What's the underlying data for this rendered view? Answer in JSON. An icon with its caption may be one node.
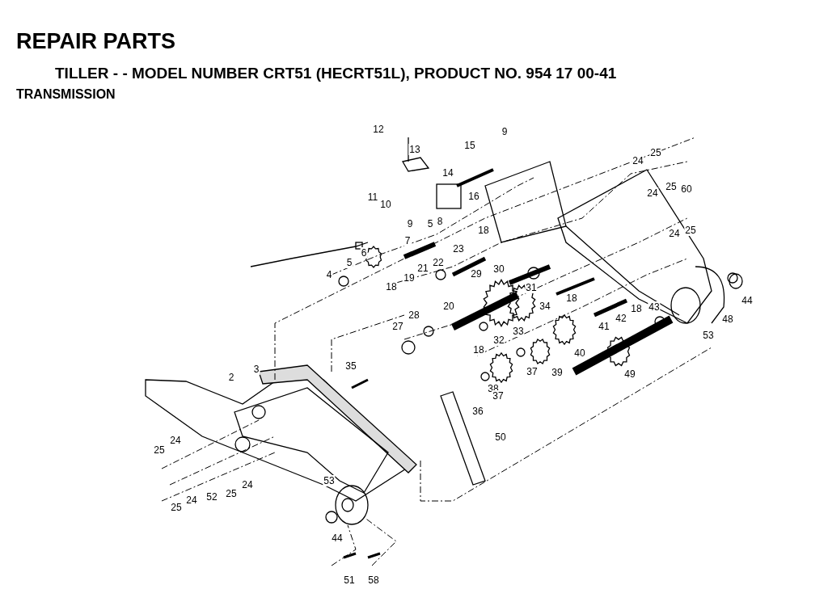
{
  "diagram": {
    "title": "REPAIR PARTS",
    "labels": [
      "TILLER - - MODEL NUMBER CRT51 (HECRT51L), PRODUCT NO. 954 17 00-41",
      "TRANSMISSION",
      "12",
      "13",
      "15",
      "9",
      "14",
      "11",
      "10",
      "16",
      "9",
      "5",
      "8",
      "7",
      "18",
      "23",
      "6",
      "5",
      "4",
      "21",
      "22",
      "29",
      "30",
      "19",
      "18",
      "31",
      "20",
      "34",
      "18",
      "28",
      "27",
      "33",
      "32",
      "18",
      "40",
      "41",
      "42",
      "18",
      "43",
      "53",
      "48",
      "44",
      "37",
      "39",
      "49",
      "38",
      "37",
      "36",
      "35",
      "3",
      "2",
      "50",
      "24",
      "25",
      "24",
      "25",
      "60",
      "24",
      "25",
      "25",
      "24",
      "25",
      "24",
      "52",
      "25",
      "24",
      "53",
      "44",
      "51",
      "58"
    ]
  }
}
